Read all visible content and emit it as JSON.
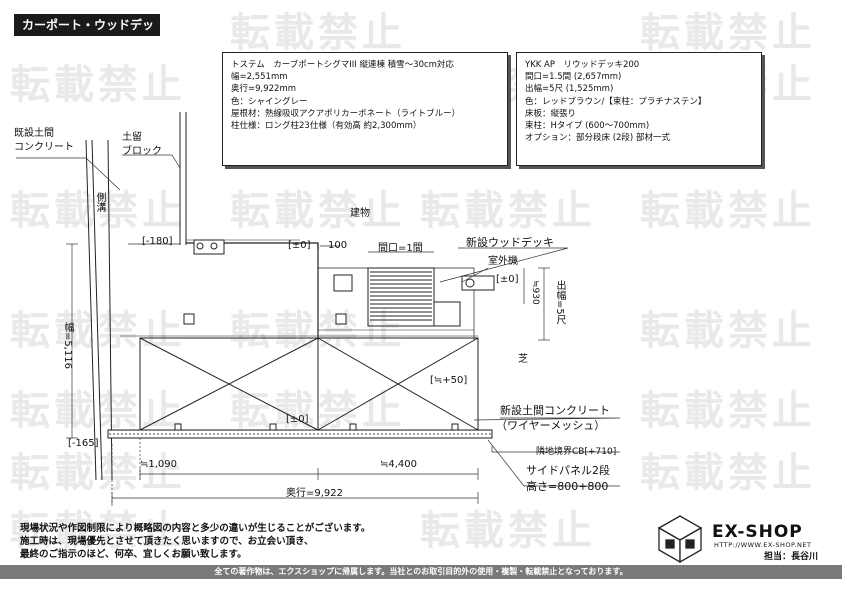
{
  "title": "カーポート・ウッドデッキ",
  "watermark_text": "転載禁止",
  "spec_carport": [
    "トステム　カーブポートシグマIII 縦連棟 積雪～30cm対応",
    "幅=2,551mm",
    "奥行=9,922mm",
    "色：シャイングレー",
    "屋根材：熱線吸収アクアポリカーボネート（ライトブルー）",
    "柱仕様：ロング柱23仕様（有効高 約2,300mm）"
  ],
  "spec_deck": [
    "YKK AP　リウッドデッキ200",
    "間口=1.5間 (2,657mm)",
    "出幅=5尺 (1,525mm)",
    "色：レッドブラウン/【束柱：プラチナステン】",
    "床板：縦張り",
    "束柱：Hタイプ (600～700mm)",
    "オプション：部分段床 (2段) 部材一式"
  ],
  "labels": {
    "existing_concrete": [
      "既設土間",
      "コンクリート"
    ],
    "retaining_block": [
      "土留",
      "ブロック"
    ],
    "side_ditch": "側溝",
    "building": "建物",
    "level_m180": "[-180]",
    "level_0_top": "[±0]",
    "val_100": "100",
    "frontage": "間口=1間",
    "new_deck": "新設ウッドデッキ",
    "outdoor_unit": "室外機",
    "level_0_deck": "[±0]",
    "val_930": "≒930",
    "depth_5shaku": "出幅=5尺",
    "width_5116": "幅=5,116",
    "turf": "芝",
    "level_p50": "[≒+50]",
    "new_concrete": "新設土間コンクリート",
    "wire_mesh": "（ワイヤーメッシュ）",
    "level_0_bottom": "[±0]",
    "level_m165": "[-165]",
    "boundary_cb": "隣地境界CB[+710]",
    "val_1090": "≒1,090",
    "val_4400": "≒4,400",
    "side_panel": "サイドパネル2段",
    "height": "高さ=800+800",
    "depth_9922": "奥行=9,922"
  },
  "notes": [
    "現場状況や作図制限により概略図の内容と多少の違いが生じることがございます。",
    "施工時は、現場優先とさせて頂きたく思いますので、お立会い頂き、",
    "最終のご指示のほど、何卒、宜しくお願い致します。"
  ],
  "footer": "全ての著作物は、エクスショップに帰属します。当社とのお取引目的外の使用・複製・転載禁止となっております。",
  "logo": {
    "name": "EX-SHOP",
    "url": "HTTP://WWW.EX-SHOP.NET"
  },
  "staff": "担当：長谷川",
  "colors": {
    "ink": "#1a1a1a",
    "footer_bg": "#7a7a7a",
    "watermark": "#e9e9e9"
  }
}
